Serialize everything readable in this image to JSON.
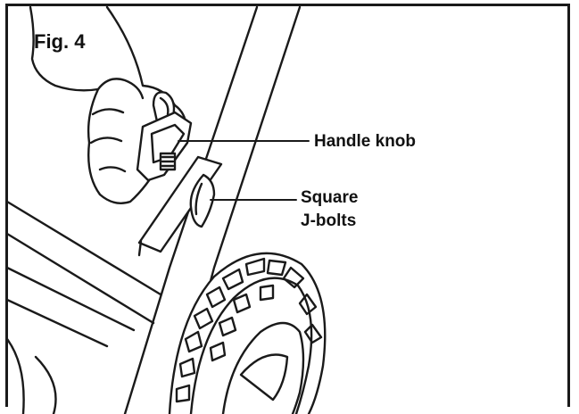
{
  "figure": {
    "title": "Fig. 4",
    "callouts": {
      "handle_knob": "Handle knob",
      "square_jbolts_line1": "Square",
      "square_jbolts_line2": "J-bolts"
    },
    "line_color": "#1a1a1a",
    "background": "#ffffff"
  }
}
